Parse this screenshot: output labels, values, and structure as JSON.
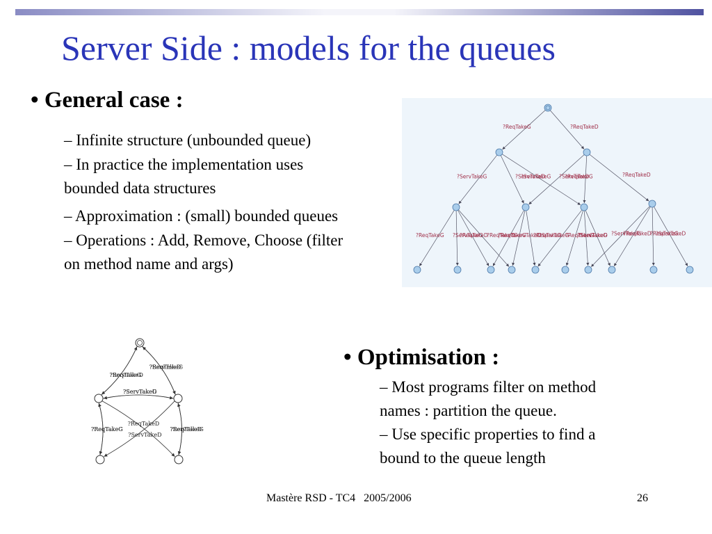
{
  "slide": {
    "title": "Server Side : models for the queues",
    "general": {
      "heading": "General case :",
      "lines": [
        "–  Infinite structure (unbounded queue)",
        "–  In practice the implementation uses",
        "bounded data structures",
        "– Approximation : (small) bounded queues",
        "– Operations : Add, Remove, Choose (filter",
        "on method name and args)"
      ]
    },
    "optimisation": {
      "heading": "Optimisation :",
      "lines": [
        "–  Most programs filter on method",
        "names : partition the queue.",
        "–  Use specific properties to find a",
        "bound to the queue length"
      ]
    },
    "footer": {
      "course": "Mastère RSD - TC4   2005/2006",
      "page": "26"
    }
  },
  "large_graph": {
    "labels": [
      "?ReqTakeG",
      "?ReqTakeD",
      "?ServTakeG",
      "?ServTakeD"
    ]
  },
  "small_graph": {
    "labels": [
      "?ReqTakeG",
      "?ReqTakeD",
      "?ServTakeD",
      "?ServTakeG"
    ]
  },
  "colors": {
    "title": "#2a35b8",
    "panel": "#eef5fb",
    "node_fill": "#a9cdeb",
    "node_stroke": "#4c78a8",
    "edge_label": "#a0304a"
  }
}
